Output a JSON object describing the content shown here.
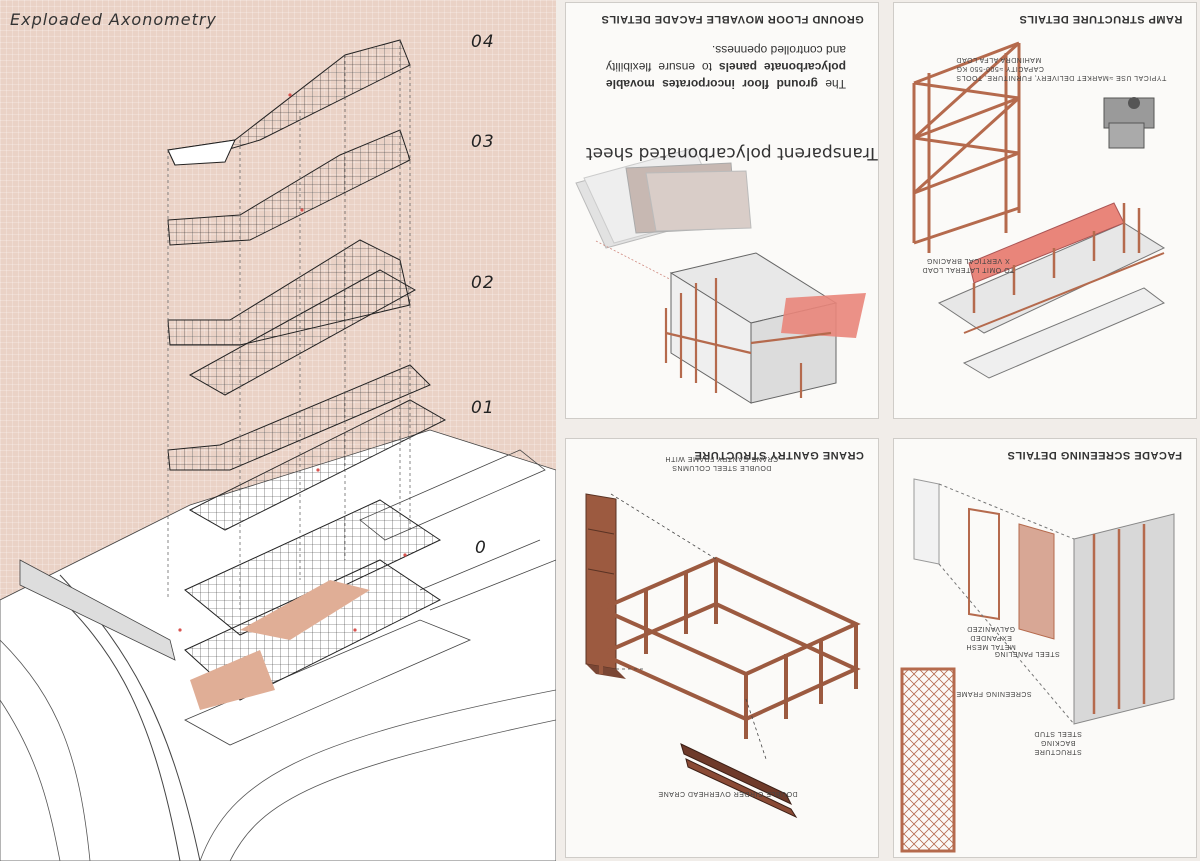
{
  "axonometry": {
    "title": "Exploaded Axonometry",
    "levels": [
      "04",
      "03",
      "02",
      "01",
      "0"
    ]
  },
  "panels": {
    "facade": {
      "title": "GROUND FLOOR MOVABLE FACADE DETAILS",
      "text_pre": "The ",
      "text_b1": "ground floor incorporates movable polycarbonate panels",
      "text_post": " to ensure flexibility and controlled openness.",
      "label": "Transparent polycarbonated sheet"
    },
    "ramp": {
      "title": "RAMP STRUCTURE DETAILS",
      "load_line1": "MAHINDRA ALFA LOAD",
      "load_line2": "CAPACITY ≈500-550 KG",
      "load_line3": "TYPICAL USE ≈MARKET DELIVERY, FURNITURE, TOOLS",
      "bracing_line1": "X VERTICAL BRACING",
      "bracing_line2": "TO OMIT LATERAL LOAD"
    },
    "crane": {
      "title": "CRANE GANTRY STRUCTURE",
      "frame_line1": "CRANE GANTRY FRAME WITH",
      "frame_line2": "DOUBLE STEEL COLUMNS",
      "girder": "DOUBLE GIRDER OVERHEAD CRANE"
    },
    "screening": {
      "title": "FACADE SCREENING DETAILS",
      "mesh_line1": "GALVANIZED",
      "mesh_line2": "EXPANDED",
      "mesh_line3": "METAL MESH",
      "paneling": "STEEL PANELING",
      "stud_line1": "STEEL STUD",
      "stud_line2": "BACKING",
      "stud_line3": "STRUCTURE",
      "frame": "SCREENING FRAME"
    }
  },
  "colors": {
    "accent": "#b56a4d",
    "pink_bg": "#ead2c6",
    "paper": "#fbfaf8"
  }
}
